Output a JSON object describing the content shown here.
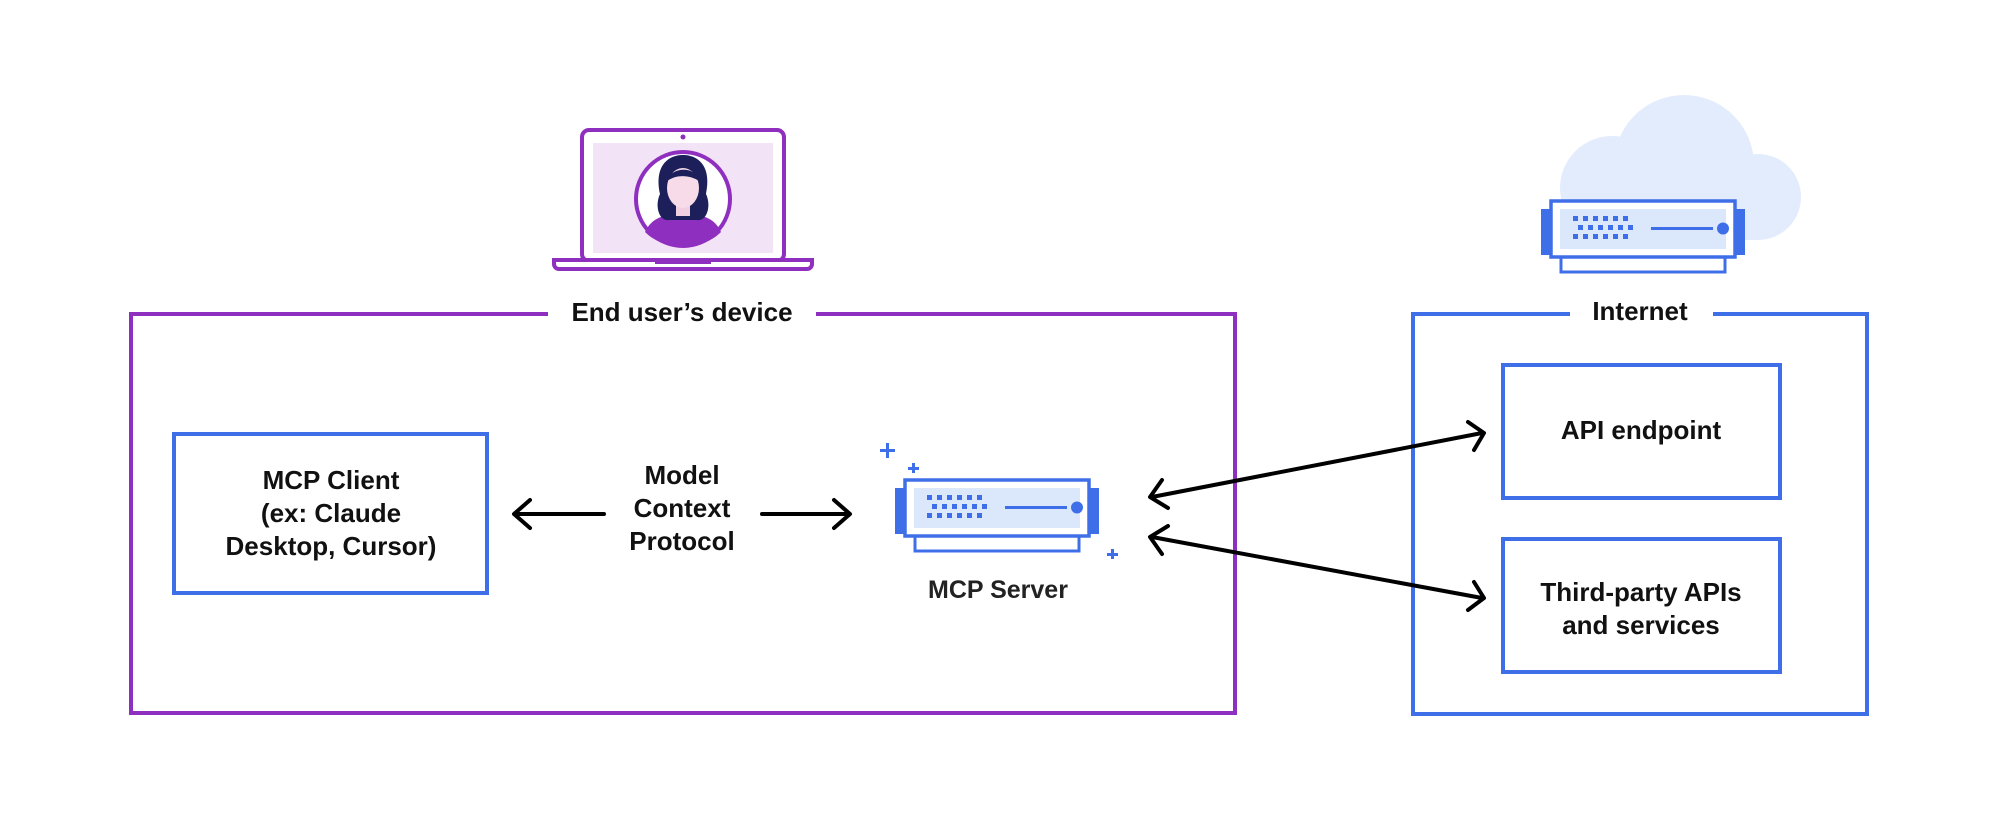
{
  "colors": {
    "purple": "#8f2fbf",
    "blue": "#3f6fe8",
    "light_blue": "#dbe8fb",
    "cloud": "#e2ecfc",
    "arrow": "#000000",
    "text": "#111111"
  },
  "device_region": {
    "label": "End user’s device",
    "icon": "laptop-user-icon"
  },
  "internet_region": {
    "label": "Internet",
    "icon": "cloud-server-icon"
  },
  "mcp_client": {
    "line1": "MCP Client",
    "line2": "(ex: Claude",
    "line3": "Desktop, Cursor)"
  },
  "protocol": {
    "line1": "Model",
    "line2": "Context",
    "line3": "Protocol"
  },
  "mcp_server": {
    "label": "MCP Server",
    "icon": "server-icon"
  },
  "api_endpoint": {
    "label": "API endpoint"
  },
  "third_party": {
    "line1": "Third-party APIs",
    "line2": "and services"
  }
}
